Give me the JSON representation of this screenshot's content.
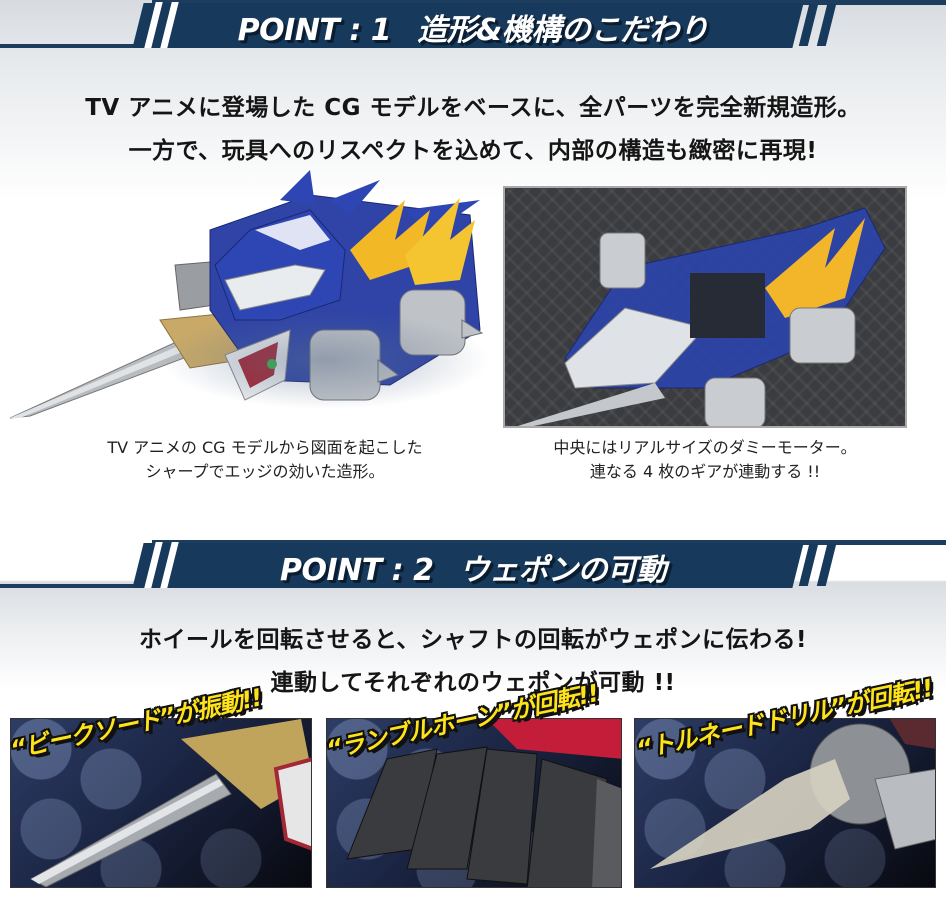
{
  "point1": {
    "banner_label": "POINT : 1",
    "banner_title": "造形&機構のこだわり",
    "lead_lines": [
      "TV アニメに登場した CG モデルをベースに、全パーツを完全新規造形。",
      "一方で、玩具へのリスペクトを込めて、内部の構造も緻密に再現!"
    ],
    "images": [
      {
        "subject": "blue-vehicle-render",
        "caption_lines": [
          "TV アニメの CG モデルから図面を起こした",
          "シャープでエッジの効いた造形。"
        ]
      },
      {
        "subject": "internal-motor-cutaway",
        "caption_lines": [
          "中央にはリアルサイズのダミーモーター。",
          "連なる 4 枚のギアが連動する !!"
        ]
      }
    ]
  },
  "point2": {
    "banner_label": "POINT : 2",
    "banner_title": "ウェポンの可動",
    "lead_lines": [
      "ホイールを回転させると、シャフトの回転がウェポンに伝わる!",
      "連動してそれぞれのウェポンが可動 !!"
    ],
    "panels": [
      {
        "subject": "sword-weapon",
        "callout": "“ビークソード”が振動!!"
      },
      {
        "subject": "horn-weapon",
        "callout": "“ランブルホーン”が回転!!"
      },
      {
        "subject": "drill-weapon",
        "callout": "“トルネードドリル”が回転!!"
      }
    ]
  },
  "colors": {
    "banner_navy": "#173a5c",
    "callout_yellow": "#ffe31a",
    "text_dark": "#151515"
  }
}
